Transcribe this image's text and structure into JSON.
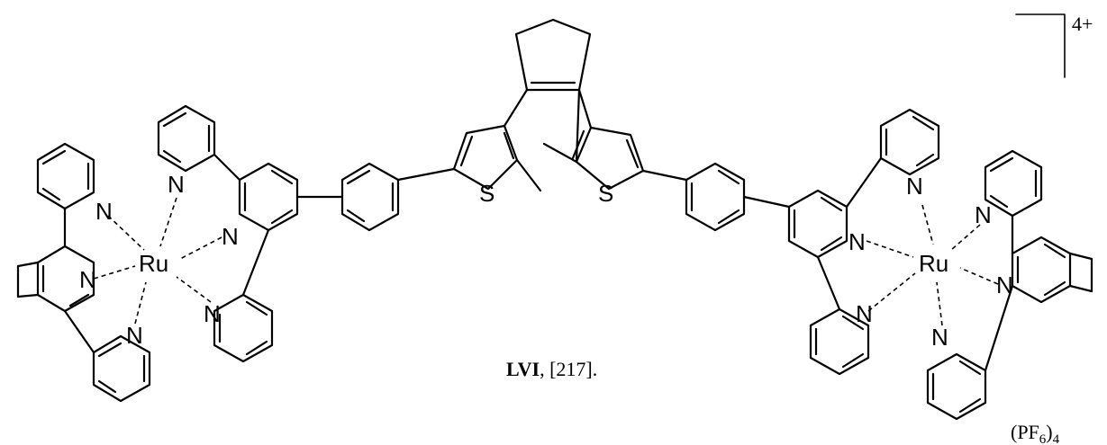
{
  "atoms": {
    "N": "N",
    "Ru": "Ru",
    "S": "S"
  },
  "charge": "4+",
  "caption": {
    "compound": "LVI",
    "rest": ", [217]."
  },
  "counterion": {
    "open": "(PF",
    "sub_6": "6",
    "close": ")",
    "sub_4": "4"
  }
}
